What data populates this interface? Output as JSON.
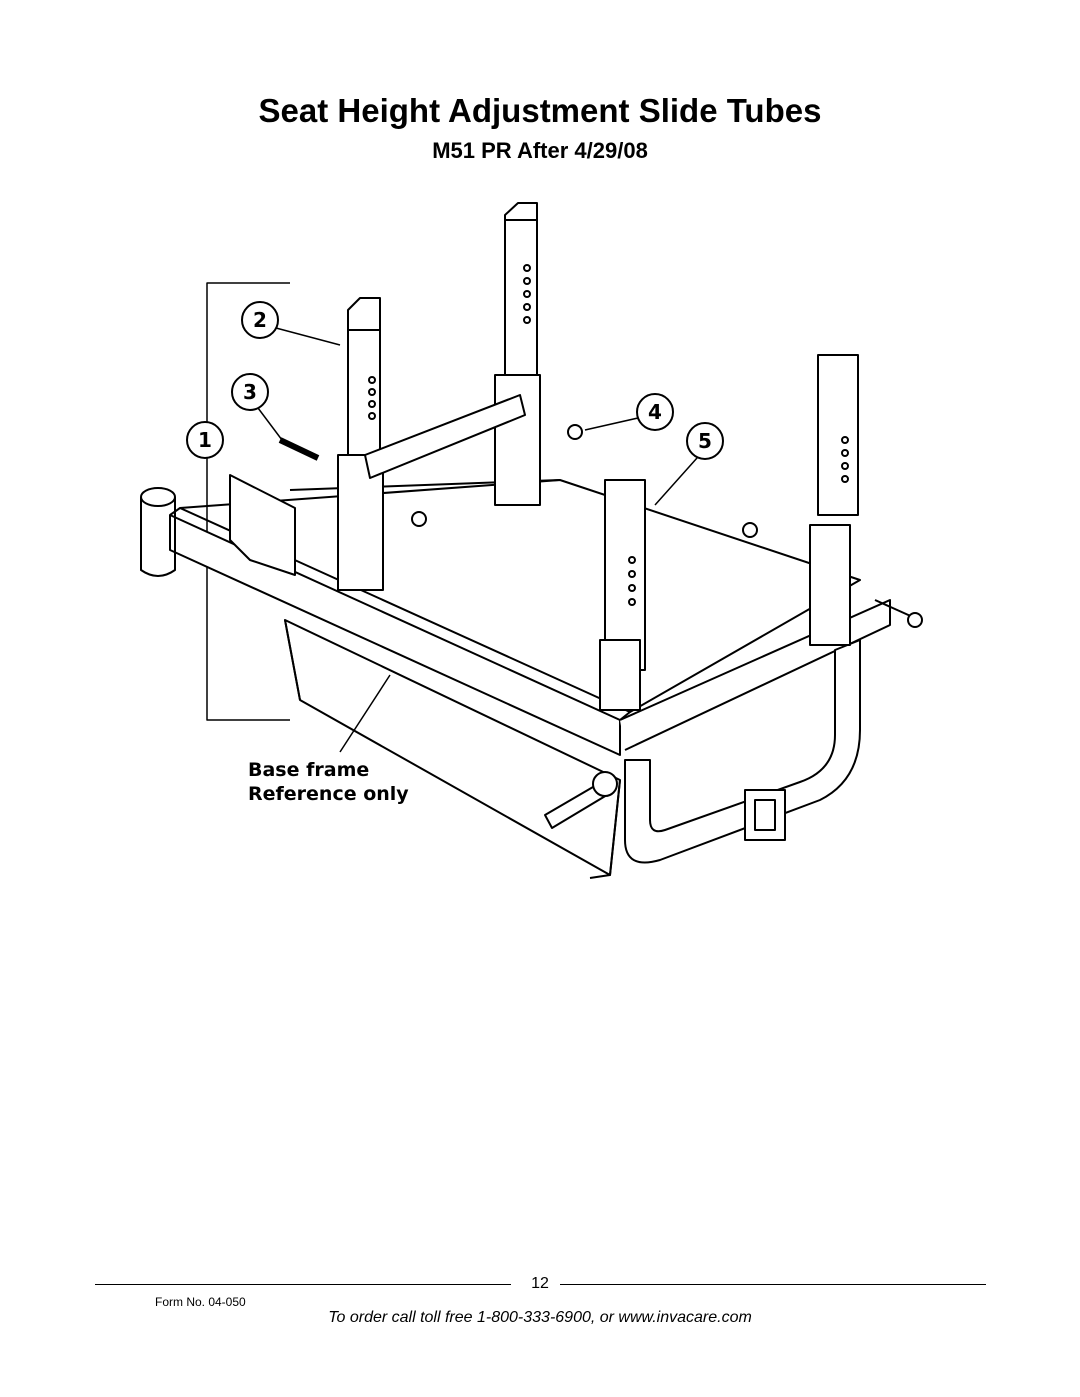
{
  "header": {
    "title": "Seat Height Adjustment Slide Tubes",
    "subtitle": "M51 PR After 4/29/08"
  },
  "diagram": {
    "callouts": [
      "1",
      "2",
      "3",
      "4",
      "5"
    ],
    "base_label_line1": "Base frame",
    "base_label_line2": "Reference only"
  },
  "footer": {
    "page_number": "12",
    "form_number": "Form No. 04-050",
    "order_text": "To order call toll free 1-800-333-6900, or www.invacare.com"
  }
}
